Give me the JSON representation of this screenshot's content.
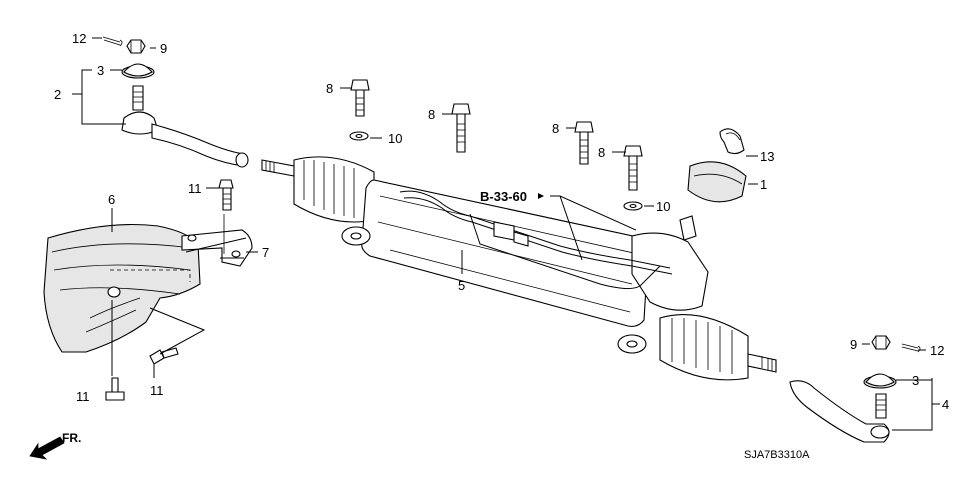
{
  "diagram_code": "SJA7B3310A",
  "direction_label": "FR.",
  "reference_label": "B-33-60",
  "callouts": {
    "c12_top": "12",
    "c9_top": "9",
    "c3_top": "3",
    "c2": "2",
    "c6": "6",
    "c11_upper": "11",
    "c7": "7",
    "c11_lower_left": "11",
    "c11_lower_right": "11",
    "c8_a": "8",
    "c10_a": "10",
    "c8_b": "8",
    "c5": "5",
    "c8_c": "8",
    "c8_d": "8",
    "c10_b": "10",
    "c13": "13",
    "c1": "1",
    "c9_bottom": "9",
    "c12_bottom": "12",
    "c3_bottom": "3",
    "c4": "4"
  }
}
